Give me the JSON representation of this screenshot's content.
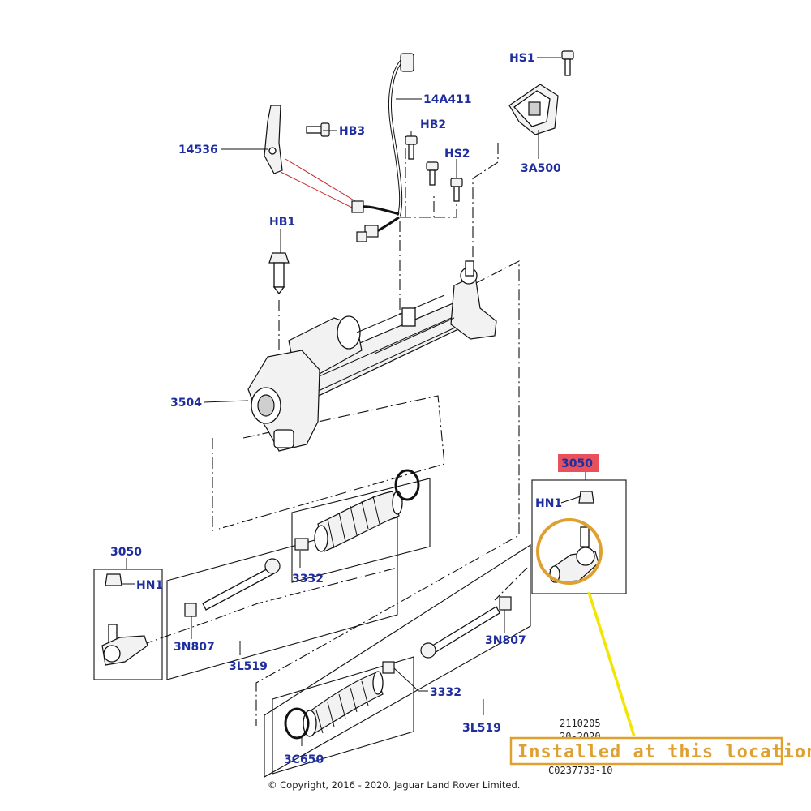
{
  "labels": {
    "hs1": "HS1",
    "a14411": "14A411",
    "hb3": "HB3",
    "hb2": "HB2",
    "n14536": "14536",
    "hs2": "HS2",
    "a3500": "3A500",
    "hb1": "HB1",
    "n3504": "3504",
    "n3050_right": "3050",
    "hn1_right": "HN1",
    "n3050_left": "3050",
    "hn1_left": "HN1",
    "n3332_upper": "3332",
    "n3n807_left": "3N807",
    "n3l519_upper": "3L519",
    "n3n807_right": "3N807",
    "n3332_lower": "3332",
    "n3l519_lower": "3L519",
    "n3c650": "3C650"
  },
  "reference_numbers": {
    "line1": "2110205",
    "line2": "20-2020",
    "line3": "C0237733-10"
  },
  "copyright": "© Copyright, 2016 - 2020. Jaguar Land Rover Limited.",
  "callout": {
    "text": "Installed at this location"
  },
  "colors": {
    "label_blue": "#1f2e9e",
    "highlight_red": "#e8505b",
    "callout_orange": "#e0a030",
    "arrow_yellow": "#f2e600",
    "guide_red": "#c62828"
  }
}
